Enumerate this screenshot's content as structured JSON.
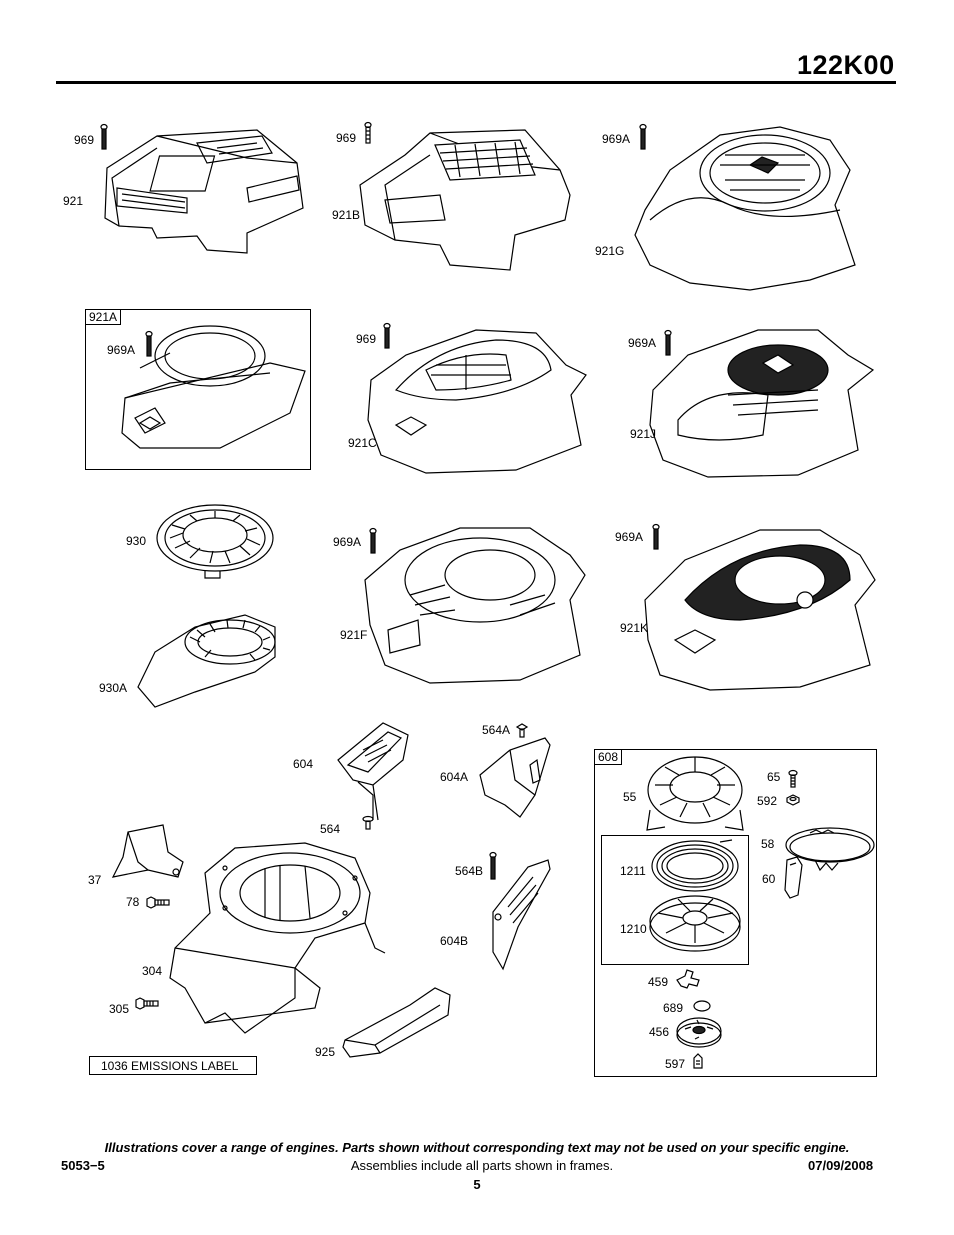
{
  "header": {
    "model": "122K00"
  },
  "parts": {
    "p969_a": "969",
    "p921": "921",
    "p969_b": "969",
    "p921B": "921B",
    "p969A_a": "969A",
    "p921G": "921G",
    "p969A_b": "969A",
    "p969_c": "969",
    "p921C": "921C",
    "p969A_c": "969A",
    "p921J": "921J",
    "p930": "930",
    "p969A_d": "969A",
    "p921F": "921F",
    "p969A_e": "969A",
    "p921K": "921K",
    "p930A": "930A",
    "p564A": "564A",
    "p604": "604",
    "p604A": "604A",
    "p564": "564",
    "p37": "37",
    "p78": "78",
    "p564B": "564B",
    "p604B": "604B",
    "p304": "304",
    "p305": "305",
    "p925": "925",
    "p55": "55",
    "p65": "65",
    "p592": "592",
    "p58": "58",
    "p60": "60",
    "p1211": "1211",
    "p1210": "1210",
    "p459": "459",
    "p689": "689",
    "p456": "456",
    "p597": "597"
  },
  "frames": {
    "frame_921A": "921A",
    "frame_608": "608",
    "emissions_label": "1036 EMISSIONS LABEL"
  },
  "footer": {
    "note": "Illustrations cover a range of engines. Parts shown without corresponding text may not be used on your specific engine.",
    "doc_number": "5053−5",
    "assemblies": "Assemblies include all parts shown in frames.",
    "date": "07/09/2008",
    "page": "5"
  }
}
